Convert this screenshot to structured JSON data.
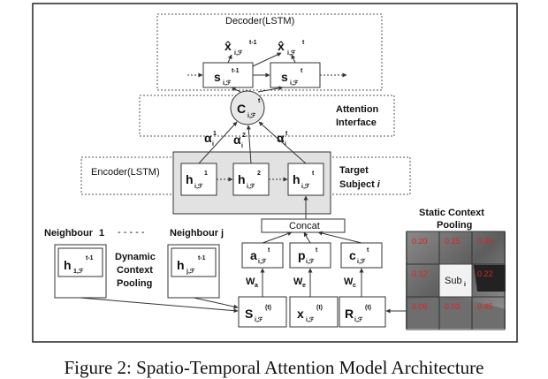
{
  "caption": "Figure 2: Spatio-Temporal Attention Model Architecture",
  "decoder": {
    "title": "Decoder(LSTM)",
    "outputs": [
      {
        "var": "x̂",
        "sub": "i,ℱ",
        "sup": "t-1"
      },
      {
        "var": "x̂",
        "sub": "i,ℱ",
        "sup": "t"
      }
    ],
    "states": [
      {
        "var": "s",
        "sub": "i,ℱ",
        "sup": "t-1"
      },
      {
        "var": "s",
        "sub": "i,ℱ",
        "sup": "t"
      }
    ]
  },
  "attention": {
    "title_line1": "Attention",
    "title_line2": "Interface",
    "context": {
      "var": "C",
      "sub": "i,ℱ",
      "sup": "t"
    },
    "weights": [
      {
        "var": "α",
        "sub": "i",
        "sup": "1"
      },
      {
        "var": "α",
        "sub": "i",
        "sup": "2"
      },
      {
        "var": "α",
        "sub": "i",
        "sup": "t"
      }
    ]
  },
  "encoder": {
    "title": "Encoder(LSTM)",
    "target_line1": "Target",
    "target_line2": "Subject",
    "target_var": "i",
    "hidden": [
      {
        "var": "h",
        "sub": "i,ℱ",
        "sup": "1"
      },
      {
        "var": "h",
        "sub": "i,ℱ",
        "sup": "2"
      },
      {
        "var": "h",
        "sub": "i,ℱ",
        "sup": "t"
      }
    ]
  },
  "concat": "Concat",
  "embeddings": [
    {
      "var": "a",
      "sub": "i,ℱ",
      "sup": "t"
    },
    {
      "var": "p",
      "sub": "i,ℱ",
      "sup": "t"
    },
    {
      "var": "c",
      "sub": "i,ℱ",
      "sup": "t"
    }
  ],
  "weights_w": [
    {
      "var": "W",
      "sub": "a"
    },
    {
      "var": "W",
      "sub": "e"
    },
    {
      "var": "W",
      "sub": "c"
    }
  ],
  "inputs": [
    {
      "var": "S",
      "sub": "i,ℱ",
      "sup": "(t)"
    },
    {
      "var": "x",
      "sub": "i,ℱ",
      "sup": "(t)"
    },
    {
      "var": "R",
      "sub": "i,ℱ",
      "sup": "(t)"
    }
  ],
  "dynamic": {
    "neighbour1": "Neighbour",
    "neighbour1_num": "1",
    "dots": "- - - - -",
    "neighbourj": "Neighbour j",
    "h1": {
      "var": "h",
      "sub": "1,ℱ",
      "sup": "t-1"
    },
    "hj": {
      "var": "h",
      "sub": "j,ℱ",
      "sup": "t-1"
    },
    "label_line1": "Dynamic",
    "label_line2": "Context",
    "label_line3": "Pooling"
  },
  "static": {
    "label_line1": "Static Context",
    "label_line2": "Pooling",
    "center": "Sub",
    "center_sub": "i",
    "grid_values": [
      "0.20",
      "0.25",
      "0.20",
      "0.12",
      "",
      "0.22",
      "0.06",
      "0.03",
      "0.45"
    ]
  }
}
